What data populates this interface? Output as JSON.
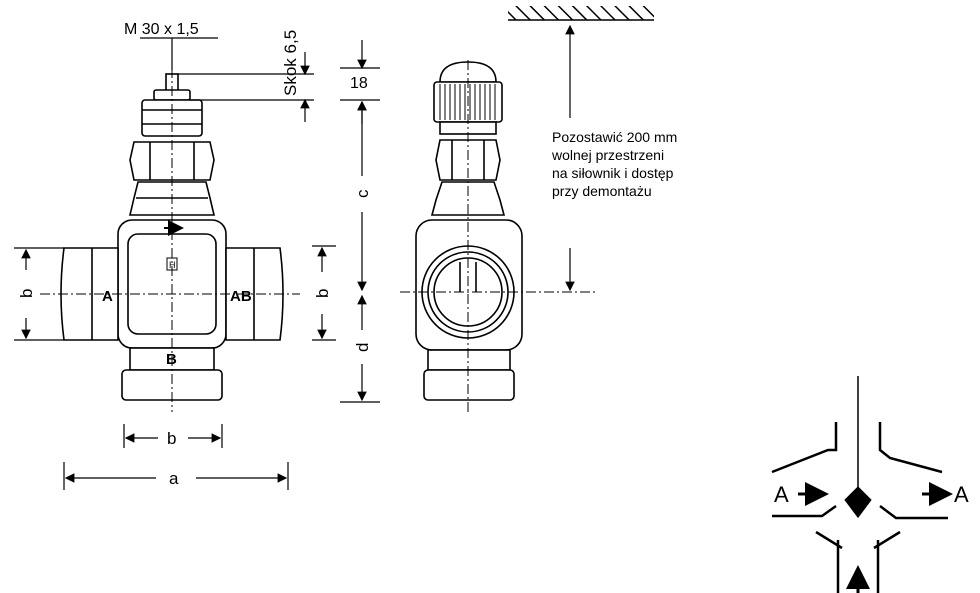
{
  "front_view": {
    "thread_label": "M 30 x 1,5",
    "stroke_label": "Skok 6,5",
    "dim_18": "18",
    "port_a": "A",
    "port_ab": "AB",
    "port_b": "B",
    "h_mark": "H",
    "dim_b_left": "b",
    "dim_b_bottom": "b",
    "dim_a": "a"
  },
  "side_view": {
    "dim_c": "c",
    "dim_d": "d",
    "dim_b_right": "b"
  },
  "clearance_note": {
    "lines": [
      "Pozostawić 200 mm",
      "wolnej przestrzeni",
      "na siłownik i dostęp",
      "przy demontażu"
    ]
  },
  "flow_schematic": {
    "inlet_left": "A",
    "outlet_right": "A"
  }
}
